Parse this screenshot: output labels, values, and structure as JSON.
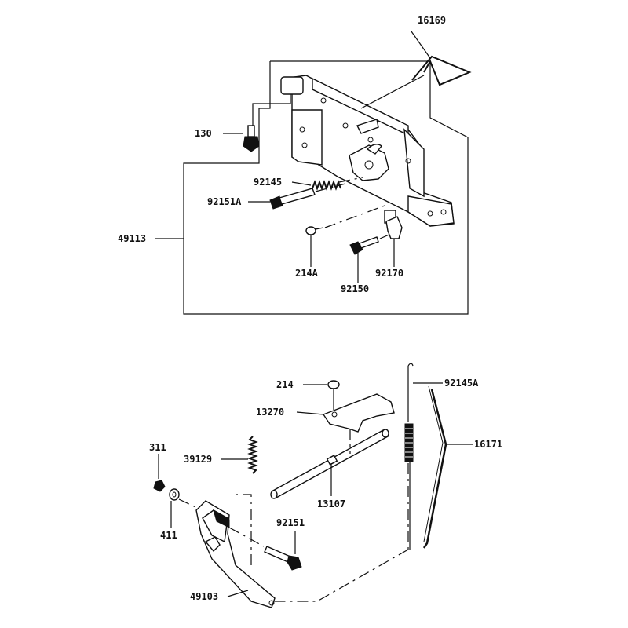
{
  "labels": {
    "p16169": "16169",
    "p130": "130",
    "p92145": "92145",
    "p92151A": "92151A",
    "p49113": "49113",
    "p214A": "214A",
    "p92170": "92170",
    "p92150": "92150",
    "p214": "214",
    "p92145A": "92145A",
    "p13270": "13270",
    "p311": "311",
    "p39129": "39129",
    "p16171": "16171",
    "p13107": "13107",
    "p411": "411",
    "p92151": "92151",
    "p49103": "49103"
  }
}
